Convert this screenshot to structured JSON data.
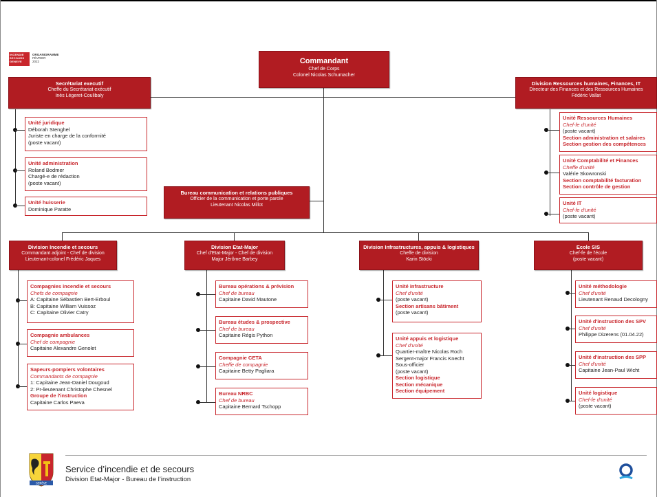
{
  "brand": {
    "logo_lines": [
      "INCENDIE",
      "SECOURS",
      "GENEVE"
    ],
    "doc_title": "ORGANIGRAMME",
    "doc_month": "FÉVRIER",
    "doc_year": "2022",
    "crest_label": "GENÈVE"
  },
  "commandant": {
    "title": "Commandant",
    "role": "Chef de Corps",
    "name": "Colonel Nicolas Schumacher"
  },
  "secretariat": {
    "title": "Secrétariat executif",
    "role": "Cheffe du Secrétariat exécutif",
    "name": "Inès Légeret-Coulibaly"
  },
  "rh": {
    "title": "Division Ressources humaines, Finances, IT",
    "role": "Directeur des Finances et des Ressources Humaines",
    "name": "Fédéric Vallat"
  },
  "bureau_comm": {
    "title": "Bureau communication et relations publiques",
    "role": "Officier de la communication et porte parole",
    "name": "Lieutenant Nicolas Millot"
  },
  "left_units": [
    {
      "title": "Unité juridique",
      "lines": [
        "Déborah Stenghel",
        "Juriste en charge de la conformité",
        "(poste vacant)"
      ]
    },
    {
      "title": "Unité administration",
      "lines": [
        "Roland Bodmer",
        "Chargé-e de rédaction",
        "(poste vacant)"
      ]
    },
    {
      "title": "Unité huisserie",
      "lines": [
        "Dominique Paratte"
      ]
    }
  ],
  "right_units": {
    "u1": {
      "title": "Unité Ressources Humaines",
      "role": "Chef-fe d'unité",
      "line": "(poste vacant)",
      "s1": "Section administration et salaires",
      "s2": "Section gestion des compétences"
    },
    "u2": {
      "title": "Unité Comptabilité et Finances",
      "role": "Cheffe d'unité",
      "line": "Valérie Skowronski",
      "s1": "Section  comptabilité facturation",
      "s2": "Section  contrôle de gestion"
    },
    "u3": {
      "title": "Unité IT",
      "role": "Chef-fe d'unité",
      "line": "(poste vacant)"
    }
  },
  "divisions": [
    {
      "title": "Division Incendie et secours",
      "role": "Commandant adjoint - Chef de division",
      "name": "Lieutenant-colonel Frédéric Jaques"
    },
    {
      "title": "Division Etat-Major",
      "role": "Chef d'Etat-Major - Chef de division",
      "name": "Major Jérôme Barbey"
    },
    {
      "title": "Division Infrastructures, appuis & logistiques",
      "role": "Cheffe de division",
      "name": "Karin Stöcki"
    },
    {
      "title": "Ecole SIS",
      "role": "Chef-fe de l'école",
      "name": "(poste vacant)"
    }
  ],
  "col1": {
    "c1": {
      "title": "Compagnies incendie et secours",
      "role": "Chefs de compagnie",
      "lines": [
        "A: Capitaine Sébastien Bert-Erboul",
        "B: Capitaine William Vuissoz",
        "C: Capitaine Olivier Catry"
      ]
    },
    "c2": {
      "title": "Compagnie ambulances",
      "role": "Chef de compagnie",
      "lines": [
        "Capitaine Alexandre Genolet"
      ]
    },
    "c3": {
      "title": "Sapeurs-pompiers volontaires",
      "role": "Commandants de compagnie",
      "l1": "1: Capitaine Jean-Daniel Dougoud",
      "l2": "2: Pr-lieutenant Christophe Chesnel",
      "sect": "Groupe de l'instruction",
      "l3": "Capitaine Carlos Paeva"
    }
  },
  "col2": [
    {
      "title": "Bureau opérations & prévision",
      "role": "Chef de bureau",
      "line": "Capitaine David Mautone"
    },
    {
      "title": "Bureau études & prospective",
      "role": "Chef de bureau",
      "line": "Capitaine Régis Python"
    },
    {
      "title": "Compagnie CETA",
      "role": "Cheffe de compagnie",
      "line": "Capitaine Betty Pagliara"
    },
    {
      "title": "Bureau NRBC",
      "role": "Chef de bureau",
      "line": "Capitaine Bernard Tschopp"
    }
  ],
  "col3": {
    "c1": {
      "title": "Unité infrastructure",
      "role": "Chef d'unité",
      "l1": "(poste vacant)",
      "sect": "Section artisans bâtiment",
      "l2": "(poste vacant)"
    },
    "c2": {
      "title": "Unité appuis et logistique",
      "role": "Chef d'unité",
      "l1": "Quartier-maître Nicolas Roch",
      "l2": "Sergent-major Francis Knecht",
      "l3": "Sous-officier",
      "l4": "(poste vacant)",
      "s1": "Section logistique",
      "s2": "Section mécanique",
      "s3": "Section équipement"
    }
  },
  "col4": [
    {
      "title": "Unité méthodologie",
      "role": "Chef d'unité",
      "line": "Lieutenant Renaud Decologny"
    },
    {
      "title": "Unité d'instruction des SPV",
      "role": "Chef d'unité",
      "line": "Philippe Dizerens (01.04.22)"
    },
    {
      "title": "Unité d'instruction des SPP",
      "role": "Chef d'unité",
      "line": "Capitaine Jean-Paul Wicht"
    },
    {
      "title": "Unité logistique",
      "role": "Chef-fe d'unité",
      "line": "(poste vacant)"
    }
  ],
  "footer": {
    "title": "Service d’incendie et de secours",
    "subtitle": "Division Etat-Major - Bureau de l’instruction"
  },
  "colors": {
    "accent": "#b11c22",
    "line": "#333333"
  }
}
